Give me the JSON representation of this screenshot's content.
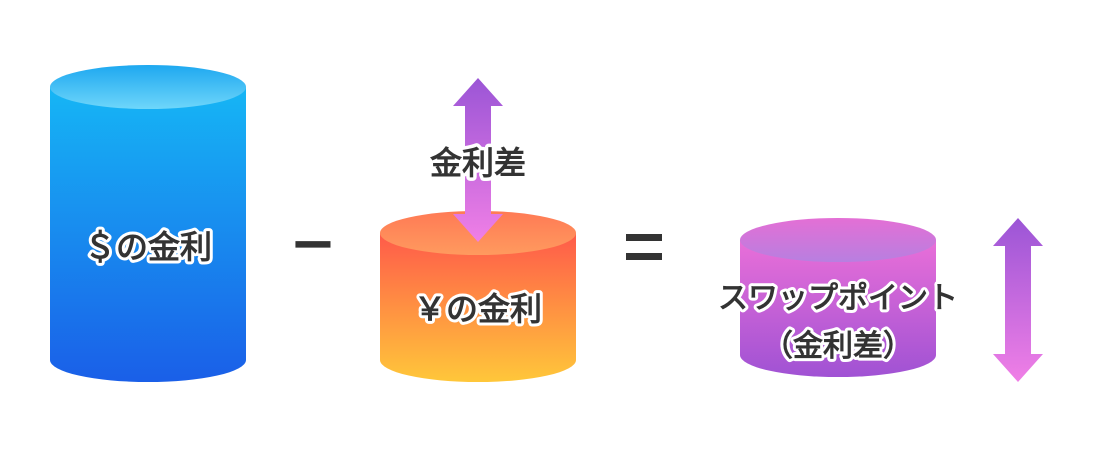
{
  "diagram": {
    "cylinders": [
      {
        "label": "＄の金利",
        "top_color": "#5cc8f2",
        "body_top": "#16b6f5",
        "body_bottom": "#1a5fe8"
      },
      {
        "label": "￥の金利",
        "top_color": "#ff7d52",
        "body_top": "#ff5a4a",
        "body_bottom": "#ffc73a"
      },
      {
        "label_line1": "スワップポイント",
        "label_line2": "（金利差）",
        "top_color": "#c87ee0",
        "body_top": "#e96fd8",
        "body_bottom": "#a052d4"
      }
    ],
    "operators": {
      "minus": "−",
      "equals": "="
    },
    "spread_label": "金利差",
    "arrow_colors": {
      "top": "#9b55d6",
      "bottom": "#f07fe6"
    },
    "text_color": "#333333"
  }
}
